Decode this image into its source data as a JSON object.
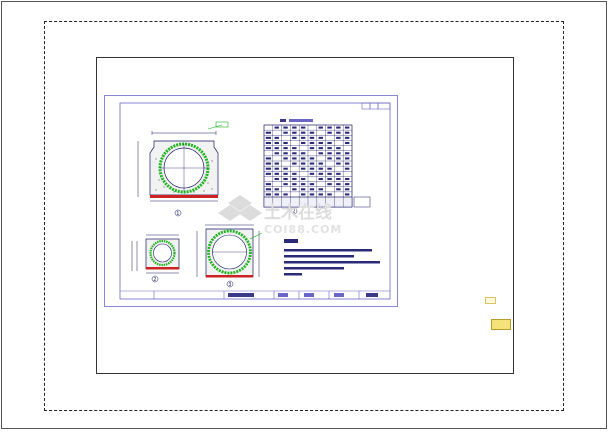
{
  "colors": {
    "background": "#ffffff",
    "sheet_border": "#8a86d6",
    "line": "#1a1a66",
    "pipe_ring": "#1fb31f",
    "base_red": "#cc2222",
    "watermark": "#d8d8d8",
    "badge": "#f6e27a"
  },
  "watermark": {
    "main": "土木在线",
    "sub": "COI88.COM"
  },
  "labels": {
    "section_1": "1",
    "section_2": "2",
    "section_3": "3",
    "table_bottom": "2"
  },
  "icons": {
    "logo": "watermark-logo-icon",
    "marker": "yellow-marker-icon"
  }
}
